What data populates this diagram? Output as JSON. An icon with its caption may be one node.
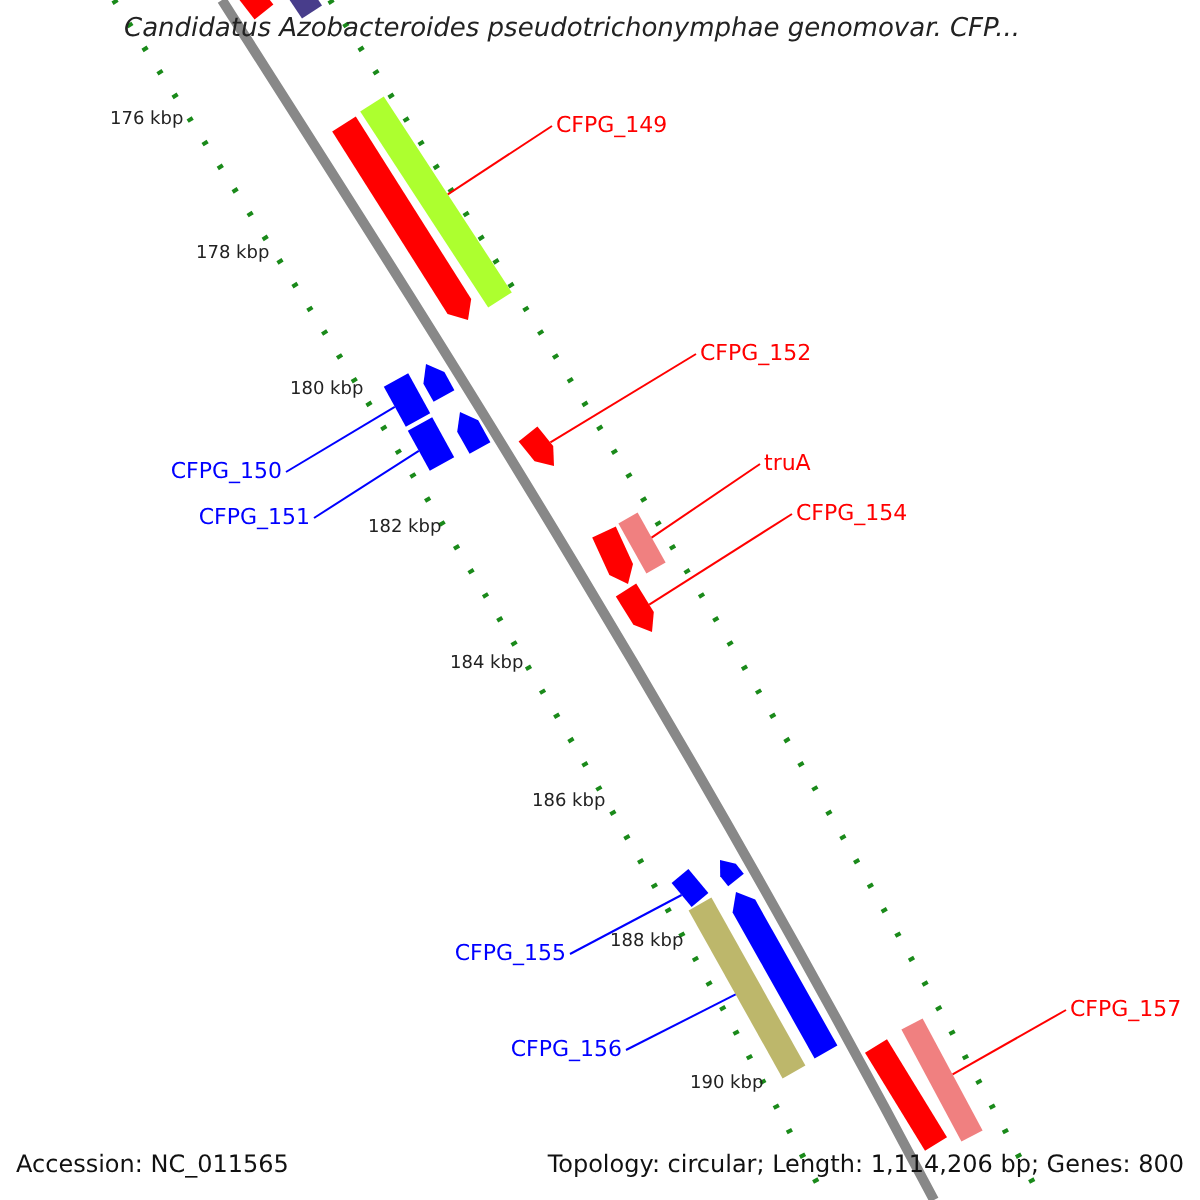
{
  "diagram": {
    "title": "Candidatus Azobacteroides pseudotrichonymphae genomovar. CFP...",
    "nodes": [
      {
        "text": [],
        "shape": "bar"
      },
      {
        "text": [],
        "shape": "bar"
      },
      {
        "text": [
          "CFPG_149"
        ]
      },
      {
        "text": [],
        "shape": "arrow"
      },
      {
        "text": [],
        "shape": "bar"
      },
      {
        "text": [
          "CFPG_152"
        ]
      },
      {
        "text": [],
        "shape": "arrow"
      },
      {
        "text": [
          "CFPG_150"
        ]
      },
      {
        "text": [],
        "shape": "bar"
      },
      {
        "text": [],
        "shape": "arrow"
      },
      {
        "text": [
          "CFPG_151"
        ]
      },
      {
        "text": [],
        "shape": "bar"
      },
      {
        "text": [],
        "shape": "arrow"
      },
      {
        "text": [
          "truA"
        ]
      },
      {
        "text": [],
        "shape": "bar"
      },
      {
        "text": [
          "CFPG_154"
        ]
      },
      {
        "text": [],
        "shape": "arrow"
      },
      {
        "text": [],
        "shape": "arrow"
      },
      {
        "text": [],
        "shape": "arrow"
      },
      {
        "text": [
          "CFPG_155"
        ]
      },
      {
        "text": [],
        "shape": "bar"
      },
      {
        "text": [],
        "shape": "arrow"
      },
      {
        "text": [
          "CFPG_156"
        ]
      },
      {
        "text": [],
        "shape": "bar"
      },
      {
        "text": [
          "CFPG_157"
        ]
      },
      {
        "text": [],
        "shape": "bar"
      },
      {
        "text": [],
        "shape": "bar"
      }
    ],
    "edges": [
      {
        "from": 2,
        "to": 4,
        "arrow": "none"
      },
      {
        "from": 5,
        "to": 12,
        "arrow": "none"
      },
      {
        "from": 7,
        "to": 8,
        "arrow": "none",
        "color": "#0000ff"
      },
      {
        "from": 10,
        "to": 11,
        "arrow": "none",
        "color": "#0000ff"
      },
      {
        "from": 13,
        "to": 14,
        "arrow": "none"
      },
      {
        "from": 15,
        "to": 17,
        "arrow": "none"
      },
      {
        "from": 19,
        "to": 20,
        "arrow": "none",
        "color": "#0000ff"
      },
      {
        "from": 22,
        "to": 23,
        "arrow": "none",
        "color": "#0000ff"
      },
      {
        "from": 24,
        "to": 26,
        "arrow": "none"
      }
    ],
    "labels": [
      "176 kbp",
      "178 kbp",
      "180 kbp",
      "182 kbp",
      "184 kbp",
      "186 kbp",
      "188 kbp",
      "190 kbp",
      "Accession: NC_011565",
      "Topology: circular; Length: 1,114,206 bp; Genes: 800"
    ]
  }
}
